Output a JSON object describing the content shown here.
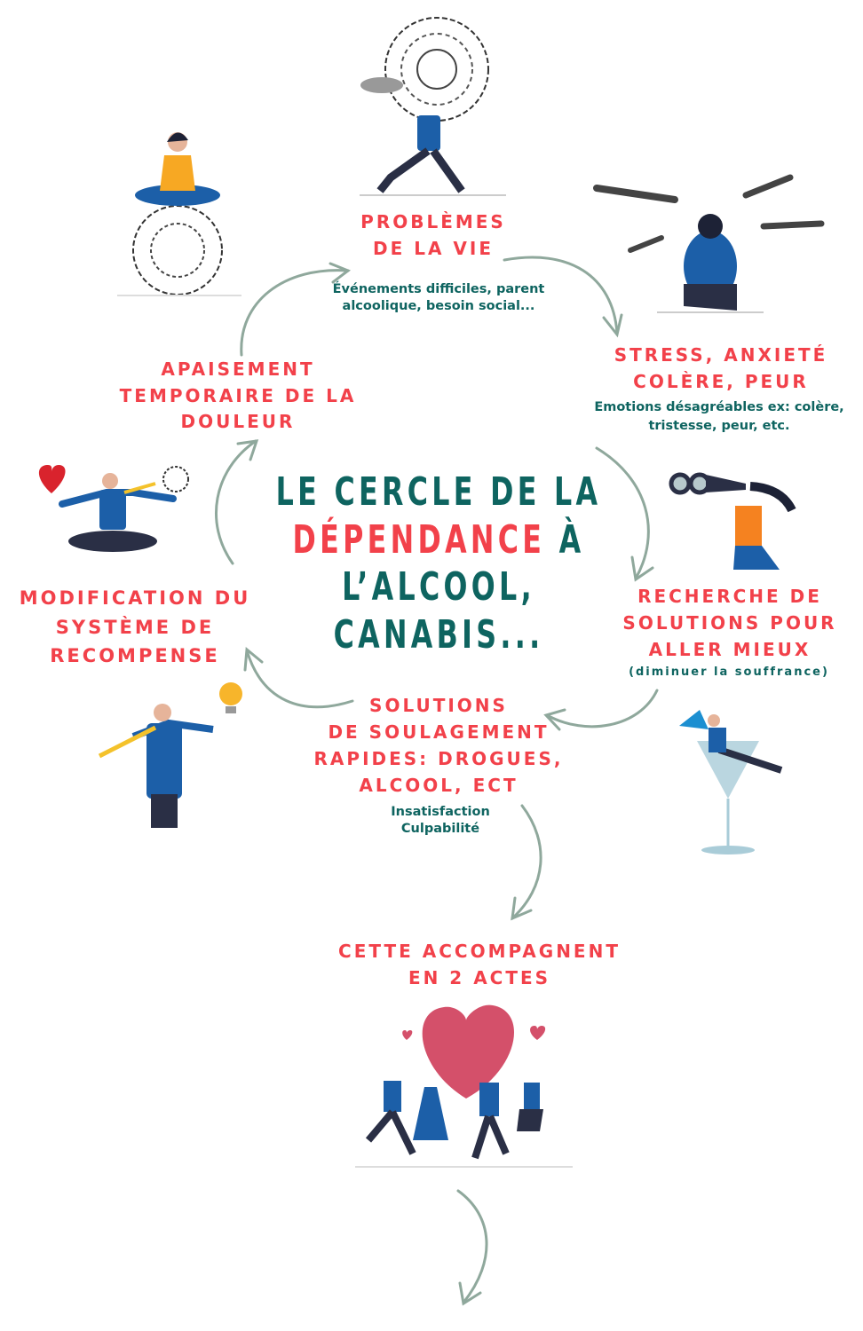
{
  "title": {
    "line1": "LE CERCLE DE LA",
    "line2_highlight": "DÉPENDANCE",
    "line2_rest": " À",
    "line3": "L’ALCOOL,",
    "line4": "CANABIS..."
  },
  "steps": {
    "problemes": {
      "lines": [
        "PROBLÈMES",
        "DE LA VIE"
      ],
      "sub": [
        "Événements difficiles, parent",
        "alcoolique, besoin social..."
      ]
    },
    "stress": {
      "lines": [
        "STRESS, ANXIETÉ",
        "COLÈRE, PEUR"
      ],
      "sub": [
        "Emotions désagréables ex: colère,",
        "tristesse, peur, etc."
      ]
    },
    "recherche": {
      "lines": [
        "RECHERCHE DE",
        "SOLUTIONS POUR",
        "ALLER MIEUX"
      ],
      "sub": "(diminuer la souffrance)"
    },
    "solutions": {
      "lines": [
        "SOLUTIONS",
        "DE SOULAGEMENT",
        "RAPIDES: DROGUES,",
        "ALCOOL, ECT"
      ],
      "sub": [
        "Insatisfaction",
        "Culpabilité"
      ]
    },
    "modification": {
      "lines": [
        "MODIFICATION DU",
        "SYSTÈME DE",
        "RECOMPENSE"
      ]
    },
    "apaisement": {
      "lines": [
        "APAISEMENT",
        "TEMPORAIRE DE LA",
        "DOULEUR"
      ]
    },
    "accompagnement": {
      "lines": [
        "CETTE ACCOMPAGNENT",
        "EN 2 ACTES"
      ]
    }
  },
  "colors": {
    "accent_red": "#f2414a",
    "teal": "#0e6460",
    "arrow": "#8fa89c"
  }
}
